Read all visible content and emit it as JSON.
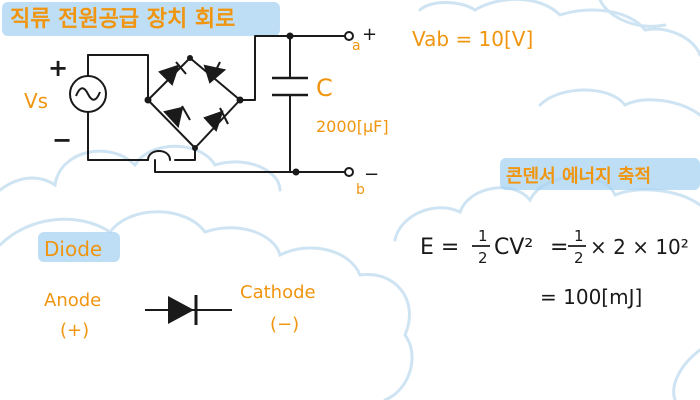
{
  "title": "직류 전원공급 장치 회로",
  "source": {
    "label": "Vs",
    "plus": "+",
    "minus": "−"
  },
  "capacitor": {
    "label": "C",
    "value": "2000[μF]"
  },
  "terminals": {
    "a": "a",
    "a_sign": "+",
    "b": "b",
    "b_sign": "−"
  },
  "vab": "Vab = 10[V]",
  "energy": {
    "heading": "콘덴서 에너지 축적",
    "formula_lhs": "E =",
    "half_num": "1",
    "half_den": "2",
    "cv2": "CV²",
    "eq": "=",
    "half2_num": "1",
    "half2_den": "2",
    "expansion": "× 2 × 10²",
    "result": "= 100[mJ]"
  },
  "diode": {
    "heading": "Diode",
    "anode": "Anode",
    "anode_sign": "(+)",
    "cathode": "Cathode",
    "cathode_sign": "(−)"
  },
  "colors": {
    "cloud": "#cfe4f3",
    "highlight": "#a8d3f3",
    "orange": "#f0950f",
    "ink": "#1a1a1a"
  }
}
